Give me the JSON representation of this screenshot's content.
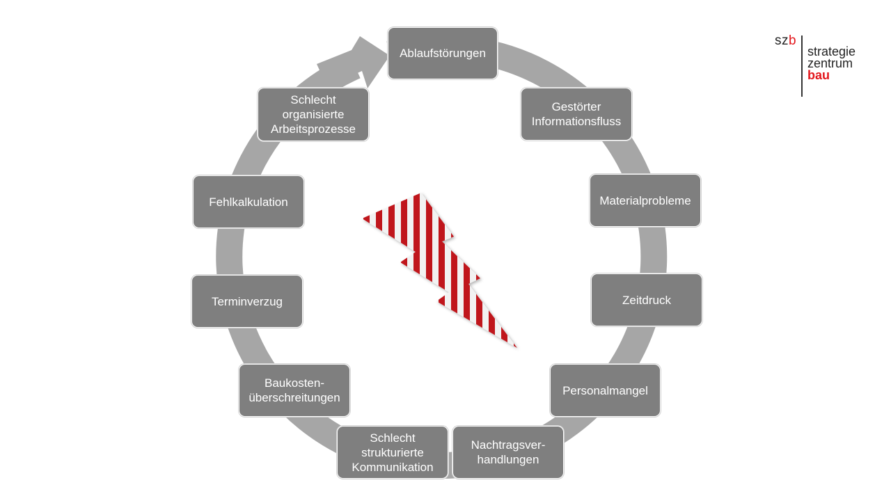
{
  "logo": {
    "short_prefix": "sz",
    "short_accent": "b",
    "line1": "strategie",
    "line2": "zentrum",
    "line3": "bau"
  },
  "colors": {
    "box": "#7f7f7f",
    "ring": "#a6a6a6",
    "accent": "#e3161b",
    "bolt_stripe": "#c0161b"
  },
  "cycle": {
    "items": [
      "Ablaufstörungen",
      "Gestörter\nInformationsfluss",
      "Materialprobleme",
      "Zeitdruck",
      "Personalmangel",
      "Nachtragsver-\nhandlungen",
      "Schlecht\nstrukturierte\nKommunikation",
      "Baukosten-\nüberschreitungen",
      "Terminverzug",
      "Fehlkalkulation",
      "Schlecht\norganisierte\nArbeitsprozesse"
    ]
  }
}
